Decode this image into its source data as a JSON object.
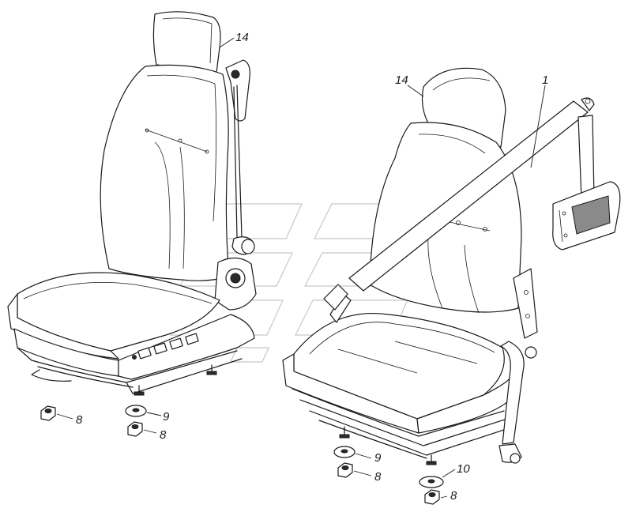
{
  "callouts": {
    "headrest_left": "14",
    "headrest_right": "14",
    "belt": "1",
    "nut_left_1": "8",
    "washer_left": "9",
    "nut_left_2": "8",
    "washer_right": "9",
    "nut_right_1": "8",
    "washer_large": "10",
    "nut_right_2": "8"
  }
}
